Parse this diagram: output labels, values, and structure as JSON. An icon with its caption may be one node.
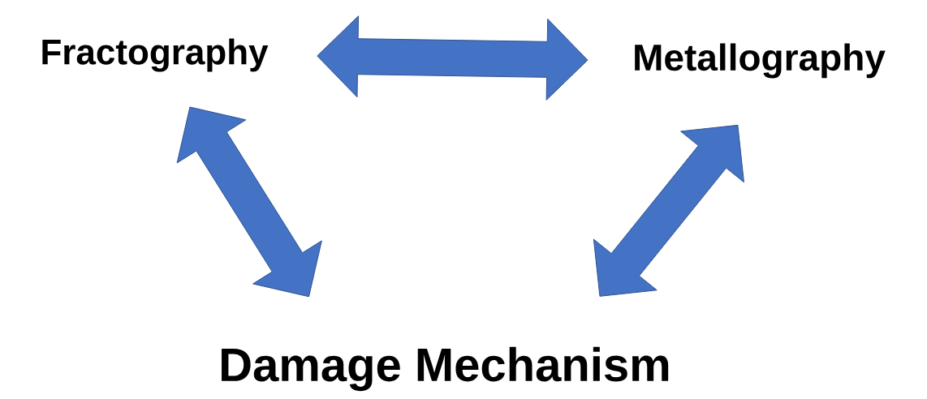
{
  "diagram": {
    "nodes": [
      {
        "text": [
          "Fractography"
        ]
      },
      {
        "text": [
          "Metallography"
        ]
      },
      {
        "text": [
          "Damage Mechanism"
        ]
      }
    ],
    "edges": [
      {
        "from": 0,
        "to": 1,
        "arrow": "both"
      },
      {
        "from": 0,
        "to": 2,
        "arrow": "both"
      },
      {
        "from": 1,
        "to": 2,
        "arrow": "both"
      }
    ]
  }
}
